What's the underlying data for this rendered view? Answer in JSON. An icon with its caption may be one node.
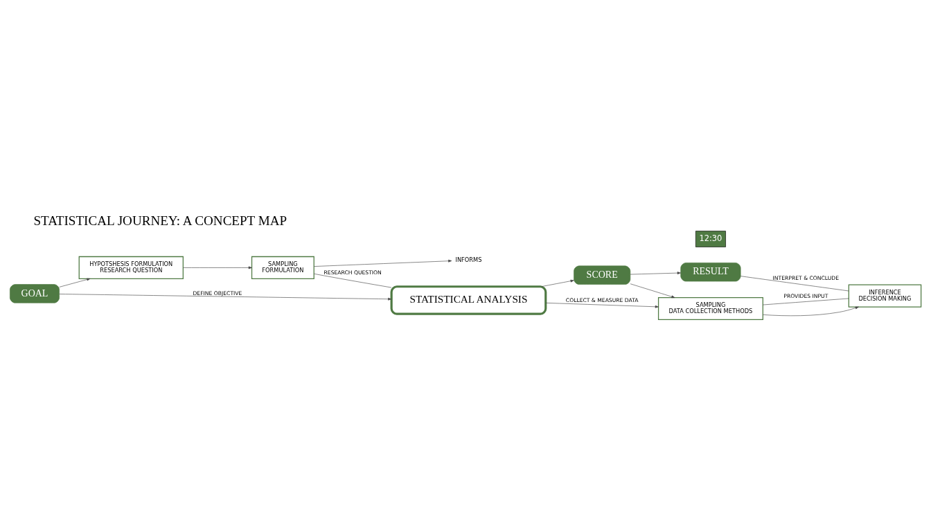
{
  "diagram": {
    "title": "STATISTICAL JOURNEY: A CONCEPT MAP",
    "nodes": [
      {
        "text": [
          "GOAL"
        ]
      },
      {
        "text": [
          "HYPOTSHESIS FORMULATION",
          "RESEARCH QUESTION"
        ]
      },
      {
        "text": [
          "SAMPLING",
          "FORMULATION"
        ]
      },
      {
        "text": [
          "INFORMS"
        ]
      },
      {
        "text": [
          "STATISTICAL ANALYSIS"
        ]
      },
      {
        "text": [
          "SCORE"
        ]
      },
      {
        "text": [
          "RESULT"
        ]
      },
      {
        "text": [
          "SAMPLING",
          "DATA COLLECTION METHODS"
        ]
      },
      {
        "text": [
          "INFERENCE",
          "DECISION MAKING"
        ]
      }
    ],
    "edges": [
      {
        "from": 0,
        "to": 4,
        "arrow": "to",
        "label": "DEFINE OBJECTIVE"
      },
      {
        "from": 0,
        "to": 1,
        "arrow": "to"
      },
      {
        "from": 1,
        "to": 2,
        "arrow": "to"
      },
      {
        "from": 2,
        "to": 3,
        "arrow": "to"
      },
      {
        "from": 2,
        "to": 4,
        "arrow": "none",
        "label": "RESEARCH QUESTION"
      },
      {
        "from": 4,
        "to": 5,
        "arrow": "to"
      },
      {
        "from": 4,
        "to": 7,
        "arrow": "to",
        "label": "COLLECT & MEASURE DATA"
      },
      {
        "from": 5,
        "to": 6,
        "arrow": "to"
      },
      {
        "from": 5,
        "to": 7,
        "arrow": "to"
      },
      {
        "from": 7,
        "to": 8,
        "arrow": "to"
      },
      {
        "from": 6,
        "to": 8,
        "arrow": "none",
        "label": "INTERPRET & CONCLUDE"
      },
      {
        "from": 7,
        "to": 8,
        "arrow": "none",
        "label": "PROVIDES INPUT"
      }
    ],
    "labels": [
      "12:30"
    ]
  }
}
